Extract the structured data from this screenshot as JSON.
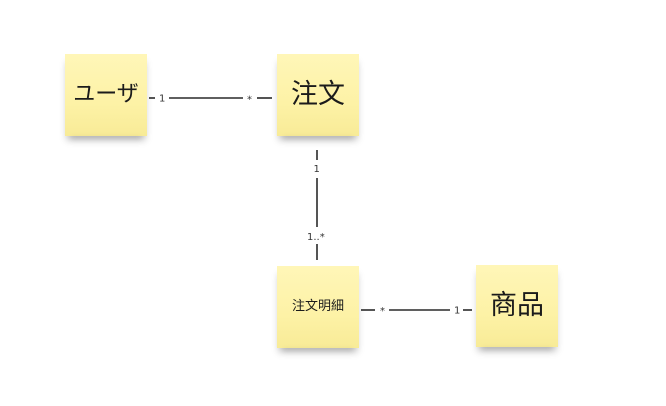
{
  "notes": {
    "user": "ユーザ",
    "order": "注文",
    "order_detail": "注文明細",
    "product": "商品"
  },
  "relations": {
    "user_order": {
      "from_label": "1",
      "to_label": "*"
    },
    "order_detail": {
      "from_label": "1",
      "to_label": "1..*"
    },
    "detail_product": {
      "from_label": "*",
      "to_label": "1"
    }
  },
  "colors": {
    "note_fill": "#fdf2a6",
    "line": "#2a2a2a",
    "background": "#ffffff"
  }
}
